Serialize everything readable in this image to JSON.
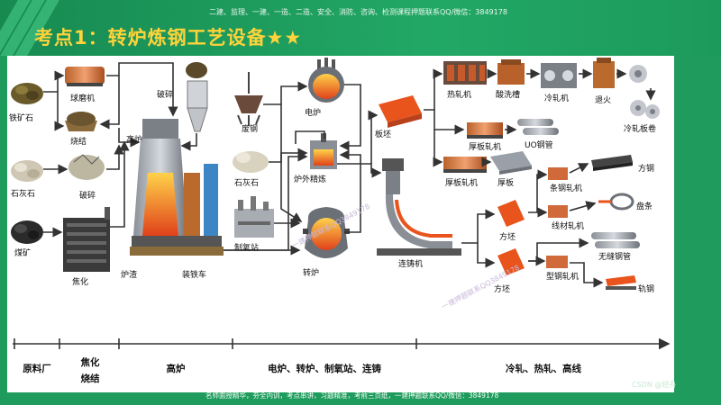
{
  "header": {
    "title": "考点1：转炉炼钢工艺设备★★",
    "top_note": "二建、监理、一建、一造、二造、安全、消防、咨询、检测课程押题联系QQ/微信：3849178",
    "bottom_note": "名师面授精华，夯全内训，考点串讲，习题精准，考前三页纸，一建押题联系QQ/微信：3849178",
    "watermark": "CSDN @轻舟"
  },
  "diagram": {
    "labels": {
      "iron_ore": "铁矿石",
      "ball_mill": "球磨机",
      "sinter": "烧结",
      "crusher_top": "破碎",
      "limestone_left": "石灰石",
      "crusher_mid": "破碎",
      "coal": "煤矿",
      "coking": "焦化",
      "blast_furnace": "高炉",
      "slag": "炉渣",
      "hot_metal_car": "装铁车",
      "scrap": "废钢",
      "limestone_mid": "石灰石",
      "oxygen_station": "制氧站",
      "electric_furnace": "电炉",
      "refining": "炉外精炼",
      "converter": "转炉",
      "slab": "板坯",
      "continuous_caster": "连铸机",
      "hot_rolling_mill": "热轧机",
      "pickling": "酸洗槽",
      "cold_rolling_mill": "冷轧机",
      "annealing": "退火",
      "cold_rolled_coil": "冷轧板卷",
      "heavy_plate_mill_1": "厚板轧机",
      "uo_pipe": "UO钢管",
      "heavy_plate_mill_2": "厚板轧机",
      "heavy_plate": "厚板",
      "square_billet_1": "方坯",
      "square_billet_2": "方坯",
      "bar_mill": "条钢轧机",
      "wire_mill": "线材轧机",
      "section_mill": "型钢轧机",
      "square_steel": "方钢",
      "wire_coil": "盘条",
      "seamless_pipe": "无缝钢管",
      "rail": "轨钢",
      "wm_mid": "一建押题联系QQ3849178",
      "wm_right": "一建押题联系QQ3849178"
    }
  },
  "timeline": {
    "stages": [
      {
        "label": "原料厂"
      },
      {
        "label": "焦化\n烧结"
      },
      {
        "label": "高炉"
      },
      {
        "label": "电炉、转炉、制氧站、连铸"
      },
      {
        "label": "冷轧、热轧、高线"
      }
    ]
  },
  "colors": {
    "background": "#1f9b5d",
    "title": "#ffd33a",
    "molten": "#e8541c",
    "arrow": "#444444"
  }
}
